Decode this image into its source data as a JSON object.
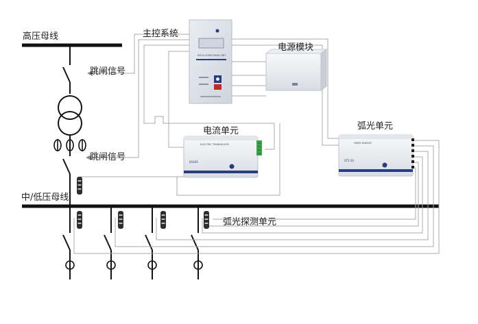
{
  "labels": {
    "hv_busbar": "高压母线",
    "main_control": "主控系统",
    "power_module": "电源模块",
    "trip_signal_1": "跳闸信号",
    "trip_signal_2": "跳闸信号",
    "current_unit": "电流单元",
    "arc_unit": "弧光单元",
    "mlv_busbar": "中/低压母线",
    "arc_detect_unit": "弧光探测单元"
  },
  "devices": {
    "main_panel_brand": "INTELLIGENT",
    "main_panel_name": "MAIN UNIT",
    "current_unit_model": "ELECTRIC TRANSDUCER",
    "current_unit_code": "EA200",
    "arc_unit_model": "FIBER SENSOR",
    "arc_unit_code": "ST2-20"
  },
  "colors": {
    "busbar": "#111111",
    "wire": "#9a9a9a",
    "arrow": "#7a7a7a",
    "device_stripe": "#2a3d7a",
    "panel_bg": "#dfe4ec"
  }
}
